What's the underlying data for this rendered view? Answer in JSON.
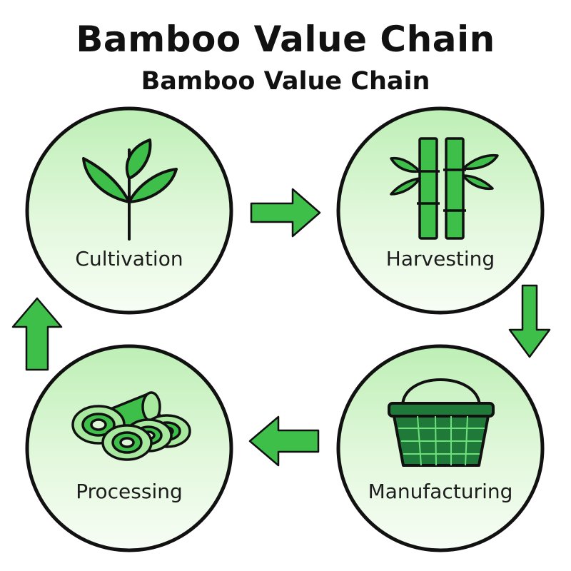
{
  "header": {
    "title": "Bamboo Value Chain",
    "subtitle": "Bamboo Value Chain"
  },
  "stages": [
    {
      "label": "Cultivation",
      "icon": "sprout-icon"
    },
    {
      "label": "Harvesting",
      "icon": "bamboo-stalks-icon"
    },
    {
      "label": "Manufacturing",
      "icon": "basket-icon"
    },
    {
      "label": "Processing",
      "icon": "bamboo-slices-icon"
    }
  ],
  "colors": {
    "accent": "#3dbf4a",
    "outline": "#111111",
    "circle_top": "#cdf3c7",
    "circle_bottom": "#f4fdf2",
    "basket": "#1f7a3a"
  }
}
